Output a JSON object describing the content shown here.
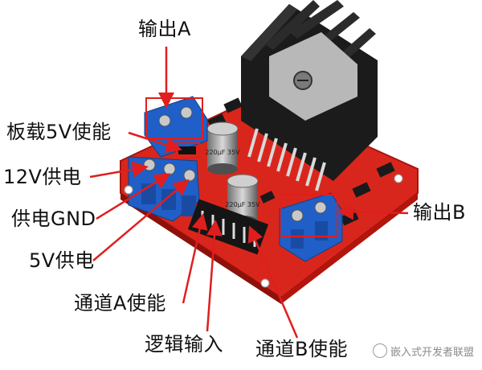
{
  "labels": {
    "output_a": "输出A",
    "onboard_5v_enable": "板载5V使能",
    "power_12v": "12V供电",
    "power_gnd": "供电GND",
    "power_5v": "5V供电",
    "channel_a_enable": "通道A使能",
    "logic_input": "逻辑输入",
    "channel_b_enable": "通道B使能",
    "output_b": "输出B"
  },
  "chip_text": {
    "capacitor_1": "220μF 35V",
    "capacitor_2": "220μF 35V"
  },
  "watermark": "嵌入式开发者联盟",
  "colors": {
    "pcb": "#d9261c",
    "terminal": "#1f5fc7",
    "heatsink": "#1b1b1b",
    "arrow": "#e01e1e"
  }
}
